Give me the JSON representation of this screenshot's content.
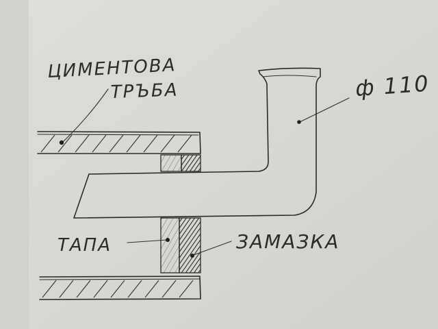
{
  "labels": {
    "cement_pipe_line1": "ЦИМЕНТОВА",
    "cement_pipe_line2": "ТРЪБА",
    "diameter": "ф 110",
    "plug": "ТАПА",
    "sealant": "ЗАМАЗКА"
  },
  "colors": {
    "paper": "#d7d8d3",
    "ink": "#2a2a2a"
  }
}
